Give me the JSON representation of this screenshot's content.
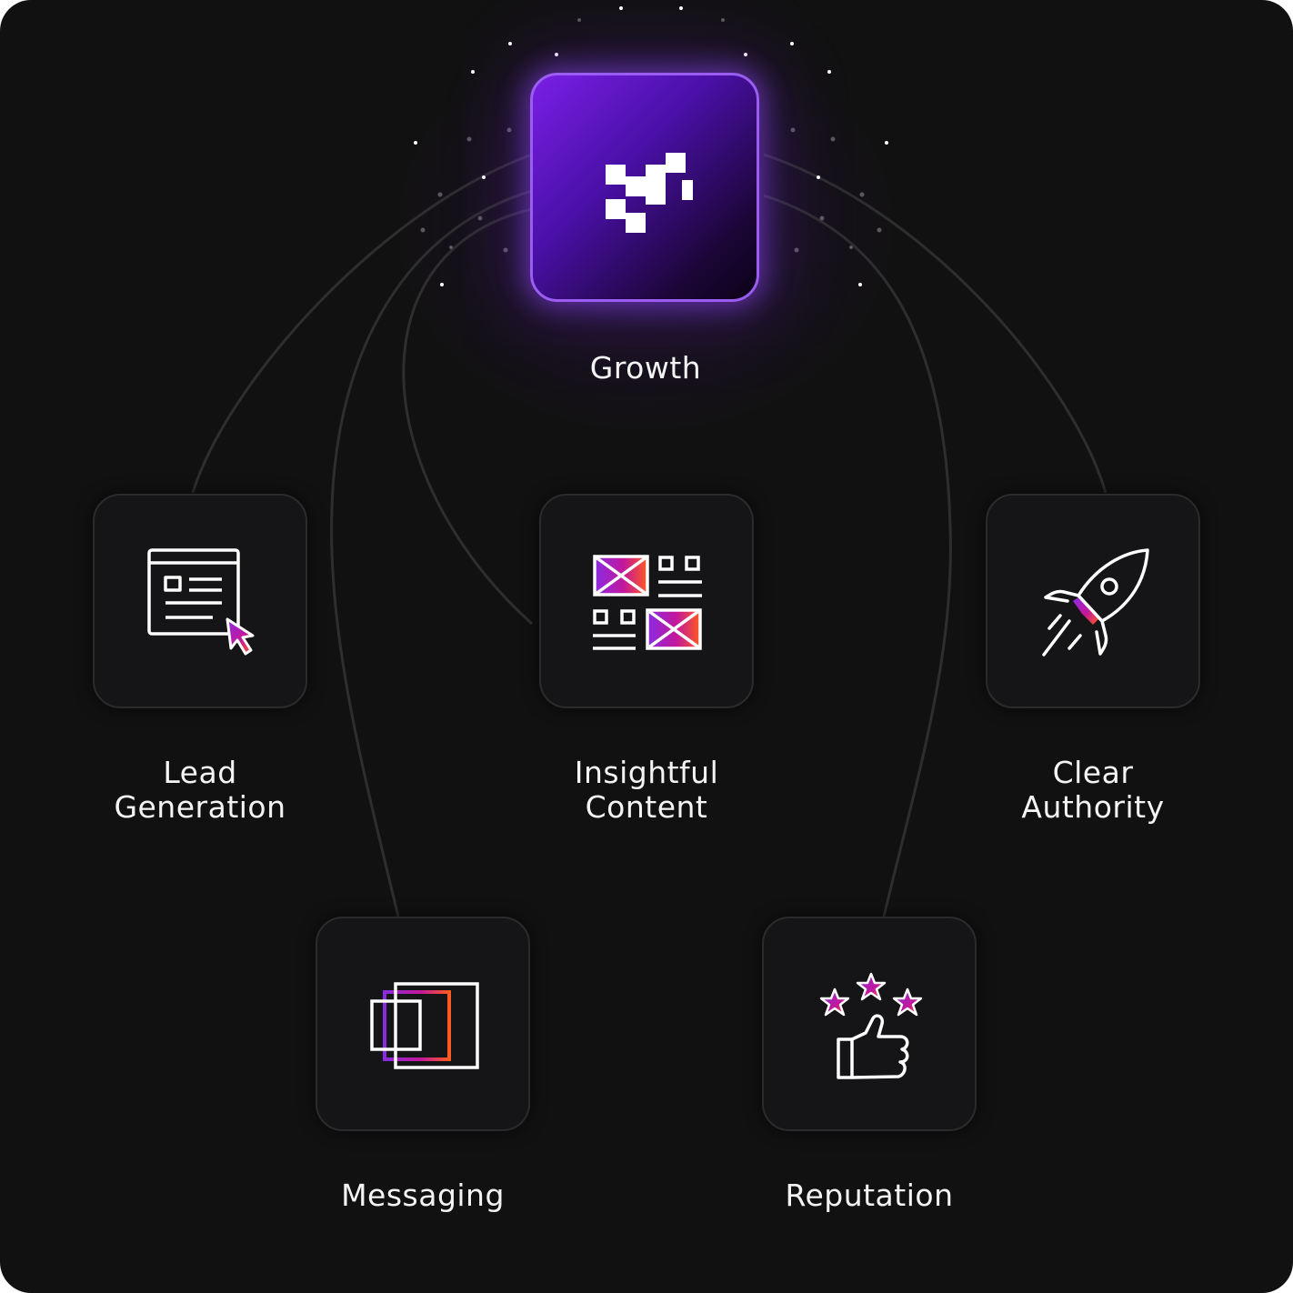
{
  "hub": {
    "label": "Growth",
    "icon": "brand-logo-icon",
    "colors": {
      "start": "#7a1fe6",
      "end": "#0b0215",
      "border": "#9b5cf2"
    }
  },
  "nodes": [
    {
      "id": "lead-generation",
      "label_lines": [
        "Lead",
        "Generation"
      ],
      "icon": "webpage-cursor-icon"
    },
    {
      "id": "insightful-content",
      "label_lines": [
        "Insightful",
        "Content"
      ],
      "icon": "content-grid-icon"
    },
    {
      "id": "clear-authority",
      "label_lines": [
        "Clear",
        "Authority"
      ],
      "icon": "rocket-icon"
    },
    {
      "id": "messaging",
      "label_lines": [
        "Messaging"
      ],
      "icon": "stacked-frames-icon"
    },
    {
      "id": "reputation",
      "label_lines": [
        "Reputation"
      ],
      "icon": "thumbs-up-stars-icon"
    }
  ],
  "accent_gradient": {
    "start": "#8a2be2",
    "mid": "#c2189c",
    "end": "#ff5a1f"
  },
  "colors": {
    "background": "#121112",
    "tile": "#151416",
    "tile_border": "#2b2a2c",
    "connector": "#2e2d30",
    "text": "#f4f4f4"
  }
}
